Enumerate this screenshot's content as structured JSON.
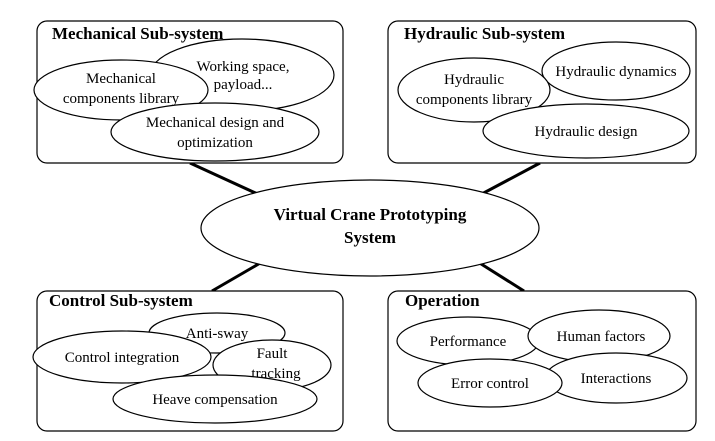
{
  "center": {
    "line1": "Virtual Crane Prototyping",
    "line2": "System"
  },
  "mechanical": {
    "title": "Mechanical Sub-system",
    "working": {
      "line1": "Working space,",
      "line2": "payload..."
    },
    "library": {
      "line1": "Mechanical",
      "line2": "components library"
    },
    "design": {
      "line1": "Mechanical design and",
      "line2": "optimization"
    }
  },
  "hydraulic": {
    "title": "Hydraulic Sub-system",
    "library": {
      "line1": "Hydraulic",
      "line2": "components library"
    },
    "dynamics": "Hydraulic dynamics",
    "design": "Hydraulic design"
  },
  "control": {
    "title": "Control Sub-system",
    "antisway": "Anti-sway",
    "integration": "Control integration",
    "fault": {
      "line1": "Fault",
      "line2": "tracking"
    },
    "heave": "Heave compensation"
  },
  "operation": {
    "title": "Operation",
    "performance": "Performance",
    "human": "Human factors",
    "error": "Error control",
    "interactions": "Interactions"
  }
}
